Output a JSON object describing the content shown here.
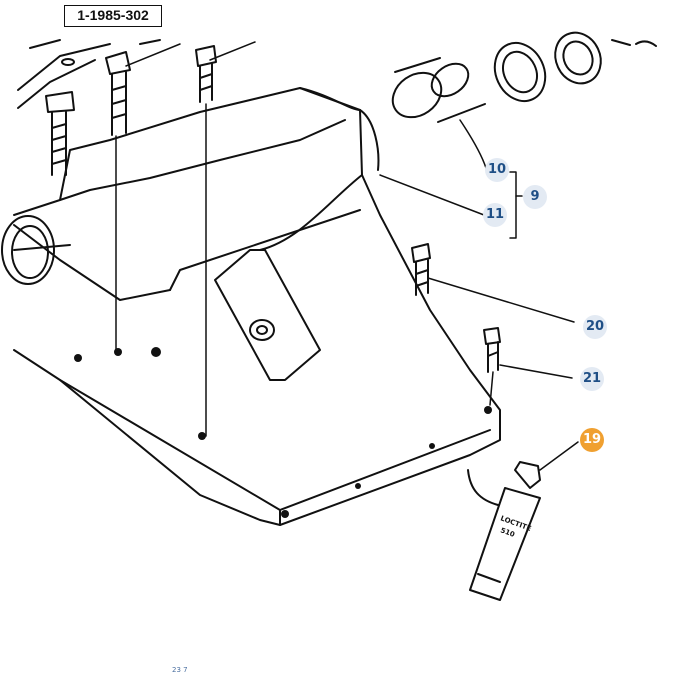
{
  "diagram": {
    "reference_code": "1-1985-302",
    "tube_label_line1": "LOCTITE",
    "tube_label_line2": "510"
  },
  "callouts": [
    {
      "label": "10",
      "active": false
    },
    {
      "label": "9",
      "active": false
    },
    {
      "label": "11",
      "active": false
    },
    {
      "label": "20",
      "active": false
    },
    {
      "label": "21",
      "active": false
    },
    {
      "label": "19",
      "active": true
    }
  ],
  "colors": {
    "line": "#111111",
    "callout_bg": "#e3eaf3",
    "callout_text": "#1f4f86",
    "active_callout_bg": "#f0a030",
    "active_callout_text": "#ffffff"
  },
  "footer": {
    "text": "23 7"
  }
}
